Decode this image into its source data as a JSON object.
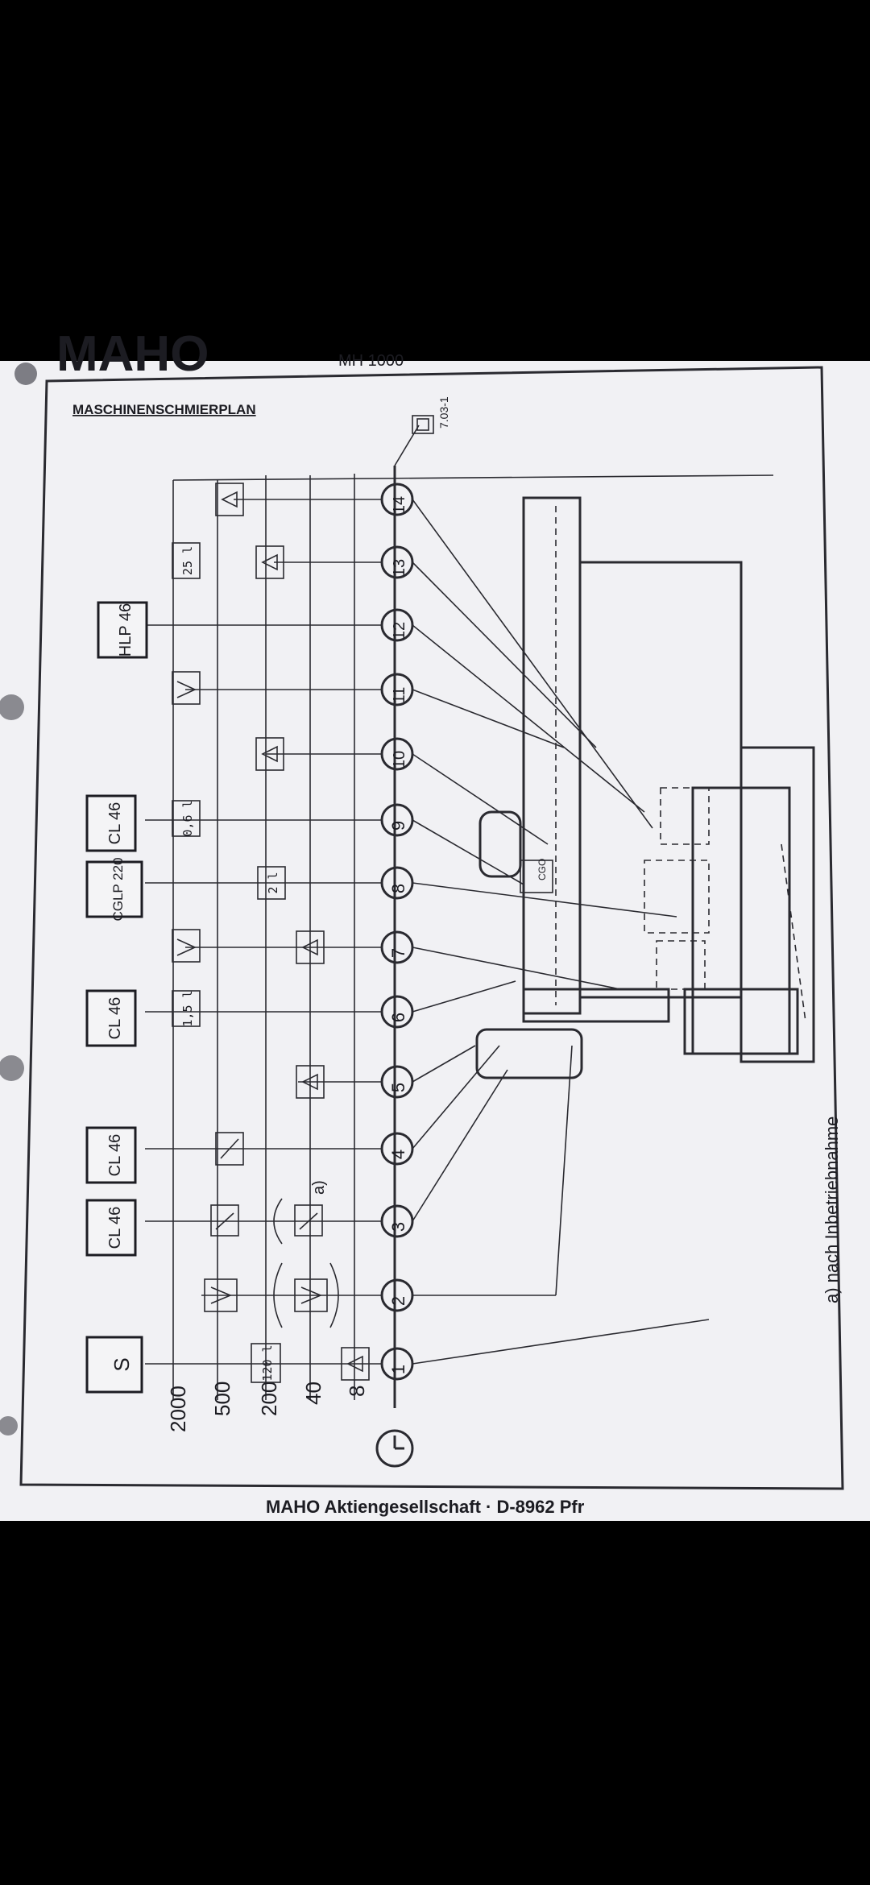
{
  "document": {
    "brand_top": "MAHO",
    "header_top_right": "MH 1000",
    "title": "MASCHINENSCHMIERPLAN",
    "footer": "MAHO Aktiengesellschaft · D-8962 Pfr",
    "caption": "a) nach Inbetriebnahme",
    "ref_code": "7.03-1"
  },
  "intervals": [
    "2000",
    "500",
    "200",
    "40",
    "8"
  ],
  "lubricants": [
    {
      "label": "S"
    },
    {
      "label": "CL 46"
    },
    {
      "label": "CL 46"
    },
    {
      "label": "CL 46"
    },
    {
      "label": "CGLP 220"
    },
    {
      "label": "CL 46"
    },
    {
      "label": "HLP 46"
    }
  ],
  "quantities": [
    "120 l",
    "1,5 l",
    "2 l",
    "0,6 l",
    "25 l"
  ],
  "points": [
    "1",
    "2",
    "3",
    "4",
    "5",
    "6",
    "7",
    "8",
    "9",
    "10",
    "11",
    "12",
    "13",
    "14"
  ],
  "annotations": {
    "a_marker": "a)"
  },
  "icons": [
    "clock-icon",
    "oil-can-icon",
    "grease-gun-icon",
    "oil-drain-icon",
    "oil-fill-icon",
    "level-check-icon",
    "filter-icon",
    "container-icon"
  ]
}
